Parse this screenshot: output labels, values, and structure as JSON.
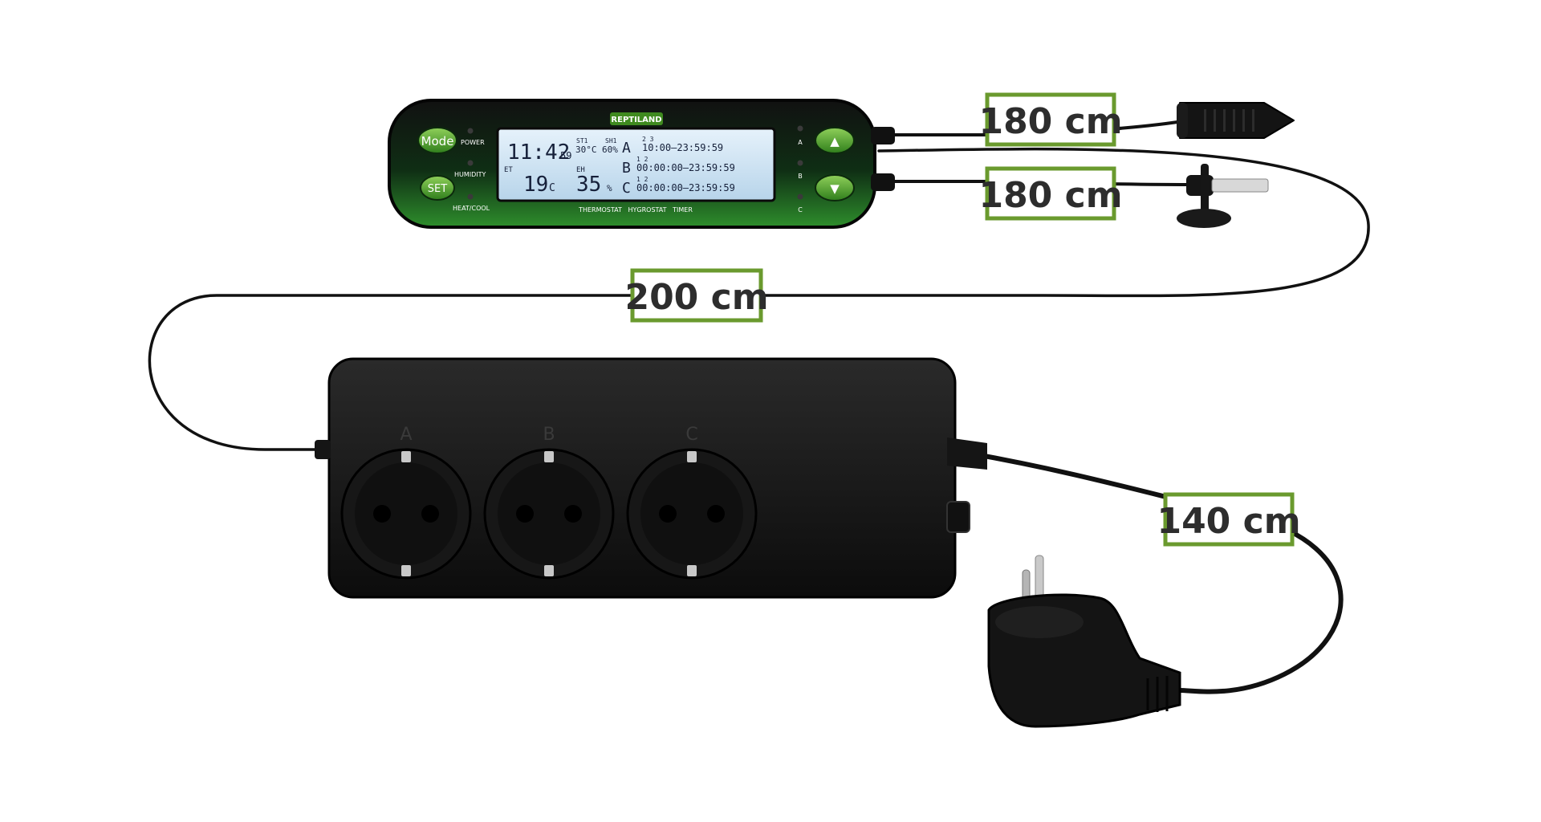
{
  "brand": "REPTILAND",
  "controller": {
    "buttons": {
      "mode": "Mode",
      "set": "SET",
      "up": "▲",
      "down": "▼"
    },
    "indicators": {
      "power": "POWER",
      "humidity": "HUMIDITY",
      "heat_cool": "HEAT/COOL"
    },
    "channels": [
      "A",
      "B",
      "C"
    ],
    "footer": "THERMOSTAT   HYGROSTAT   TIMER",
    "lcd": {
      "time": "11:42",
      "seconds": "59",
      "st1_label": "ST1",
      "st1_value": "30°C",
      "sh1_label": "SH1",
      "sh1_value": "60%",
      "et_label": "ET",
      "temp": "19",
      "temp_unit": "C",
      "eh_label": "EH",
      "humidity": "35",
      "humidity_unit": "%",
      "row_a_label": "A",
      "row_a_index": "2 3",
      "row_a_time": "10:00—23:59:59",
      "row_b_label": "B",
      "row_b_index": "1 2",
      "row_b_time": "00:00:00—23:59:59",
      "row_c_label": "C",
      "row_c_index": "1 2",
      "row_c_time": "00:00:00—23:59:59"
    }
  },
  "power_strip": {
    "sockets": [
      "A",
      "B",
      "C"
    ]
  },
  "cable_lengths": {
    "humidity_sensor": "180 cm",
    "temperature_sensor": "180 cm",
    "strip_cable": "200 cm",
    "mains_cable": "140 cm"
  },
  "colors": {
    "label_border": "#6a9a2e",
    "controller_green": "#1f7a2a",
    "lcd": "#cfe3f2"
  }
}
